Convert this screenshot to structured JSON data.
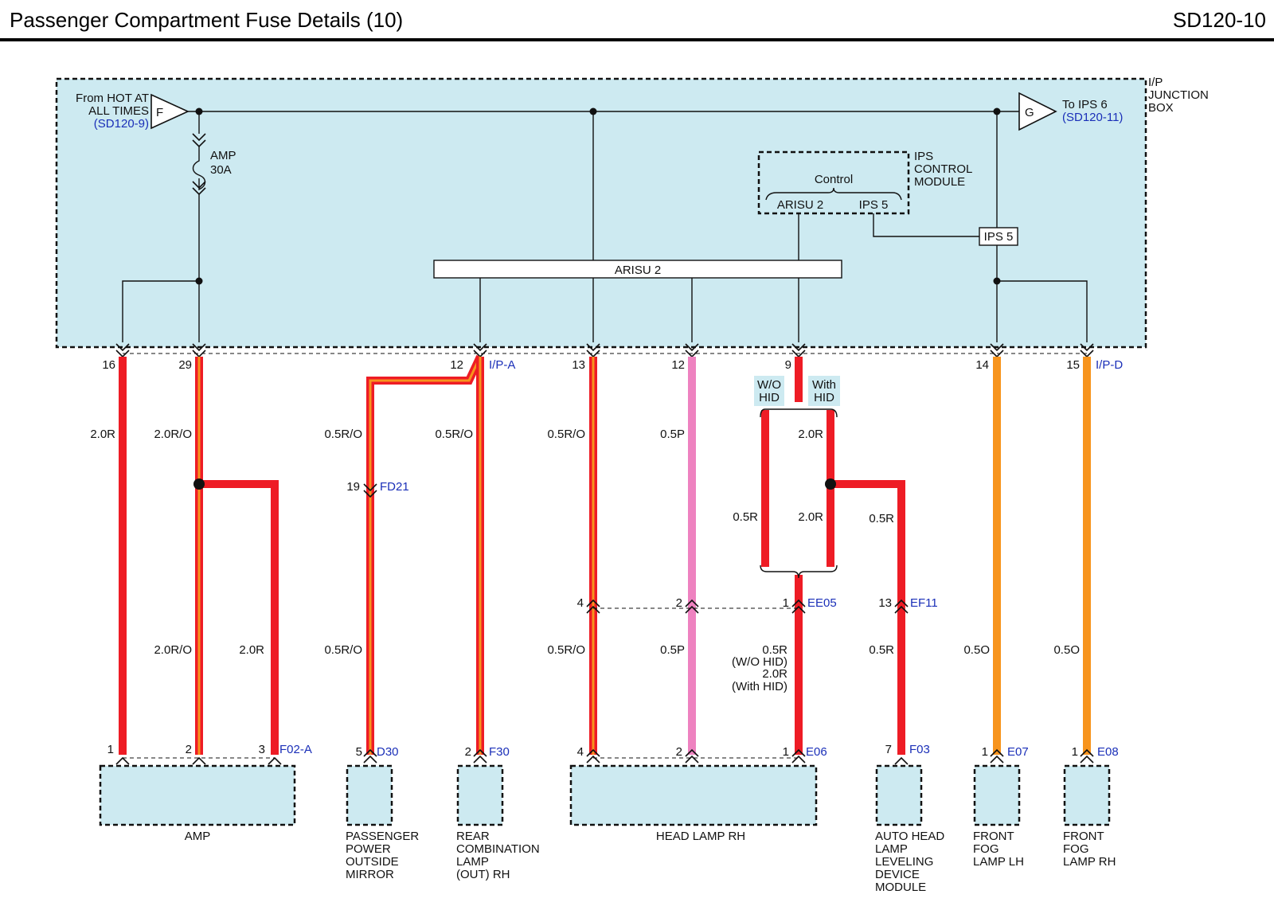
{
  "header": {
    "title": "Passenger Compartment Fuse Details (10)",
    "code": "SD120-10"
  },
  "junction_box": {
    "label_l1": "I/P",
    "label_l2": "JUNCTION",
    "label_l3": "BOX"
  },
  "feed": {
    "connector": "F",
    "l1": "From HOT AT",
    "l2": "ALL TIMES",
    "ref": "(SD120-9)"
  },
  "output": {
    "connector": "G",
    "l1": "To IPS 6",
    "ref": "(SD120-11)"
  },
  "fuse": {
    "name": "AMP",
    "rating": "30A"
  },
  "ips_module": {
    "l1": "IPS",
    "l2": "CONTROL",
    "l3": "MODULE",
    "control": "Control",
    "arisu": "ARISU 2",
    "ips": "IPS 5",
    "ips_box": "IPS 5"
  },
  "arisu_bar": "ARISU 2",
  "top_pins": {
    "p16": "16",
    "p29": "29",
    "p12a": "12",
    "ipa": "I/P-A",
    "p13": "13",
    "p12b": "12",
    "p9": "9",
    "p14": "14",
    "p15": "15",
    "ipd": "I/P-D"
  },
  "hid": {
    "wo_l1": "W/O",
    "wo_l2": "HID",
    "with_l1": "With",
    "with_l2": "HID"
  },
  "wire_labels": {
    "w1": "2.0R",
    "w2": "2.0R/O",
    "w3": "0.5R/O",
    "w4": "0.5R/O",
    "w5": "0.5R/O",
    "w6": "0.5P",
    "w7": "2.0R",
    "w8": "0.5R",
    "w9": "2.0R",
    "w10": "0.5R",
    "w11": "2.0R/O",
    "w12": "2.0R",
    "w13": "0.5R/O",
    "w14": "0.5R/O",
    "w15": "0.5P",
    "w16a": "0.5R",
    "w16b": "(W/O HID)",
    "w16c": "2.0R",
    "w16d": "(With HID)",
    "w17": "0.5R",
    "w18": "0.5O",
    "w19": "0.5O"
  },
  "mid_conn": {
    "fd21_pin": "19",
    "fd21": "FD21",
    "ee05_p4": "4",
    "ee05_p2": "2",
    "ee05_p1": "1",
    "ee05": "EE05",
    "ef11_pin": "13",
    "ef11": "EF11"
  },
  "bottom_conn": {
    "f02_p1": "1",
    "f02_p2": "2",
    "f02_p3": "3",
    "f02": "F02-A",
    "d30_p": "5",
    "d30": "D30",
    "f30_p": "2",
    "f30": "F30",
    "e06_p4": "4",
    "e06_p2": "2",
    "e06_p1": "1",
    "e06": "E06",
    "f03_p": "7",
    "f03": "F03",
    "e07_p": "1",
    "e07": "E07",
    "e08_p": "1",
    "e08": "E08"
  },
  "components": {
    "amp": "AMP",
    "mirror_l1": "PASSENGER",
    "mirror_l2": "POWER",
    "mirror_l3": "OUTSIDE",
    "mirror_l4": "MIRROR",
    "rear_l1": "REAR",
    "rear_l2": "COMBINATION",
    "rear_l3": "LAMP",
    "rear_l4": "(OUT) RH",
    "head": "HEAD LAMP RH",
    "auto_l1": "AUTO HEAD",
    "auto_l2": "LAMP",
    "auto_l3": "LEVELING",
    "auto_l4": "DEVICE",
    "auto_l5": "MODULE",
    "fogl_l1": "FRONT",
    "fogl_l2": "FOG",
    "fogl_l3": "LAMP LH",
    "fogr_l1": "FRONT",
    "fogr_l2": "FOG",
    "fogr_l3": "LAMP RH"
  },
  "colors": {
    "red": "#ee1c25",
    "orange": "#f7941d",
    "pink": "#ee82c0",
    "box_fill": "#cdeaf1",
    "ref_blue": "#1a2fb8"
  }
}
